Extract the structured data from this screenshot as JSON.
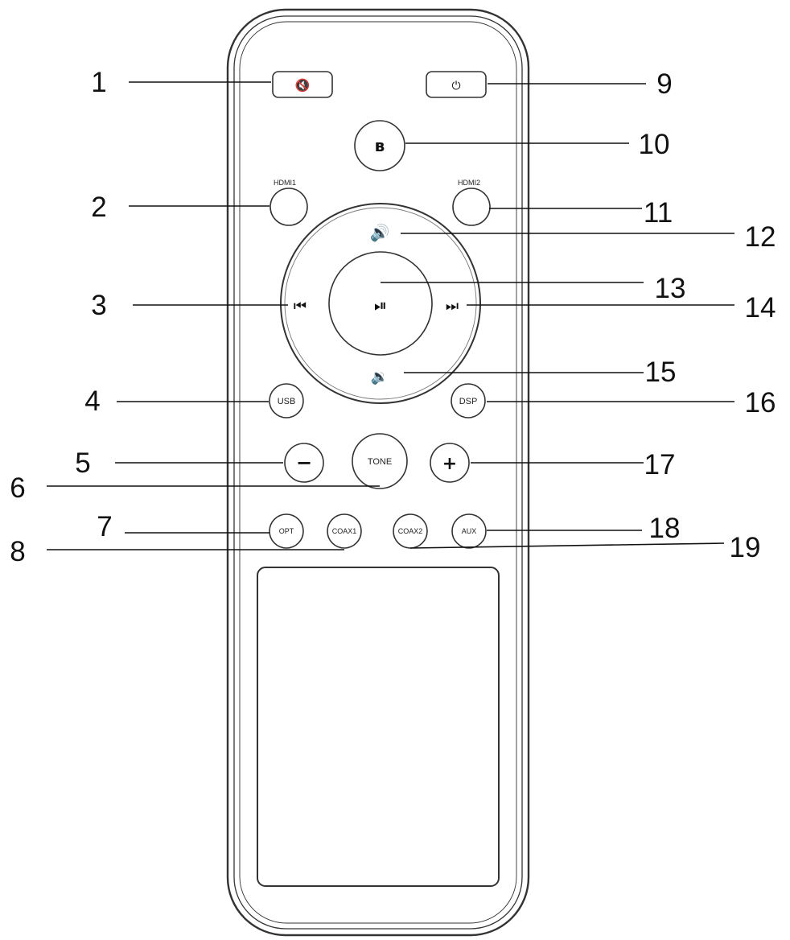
{
  "buttons": {
    "mute": {
      "icon": "mute-icon",
      "glyph": "🔇"
    },
    "power": {
      "icon": "power-icon",
      "glyph": "⏻"
    },
    "bluetooth": {
      "icon": "bluetooth-icon",
      "glyph": "ʙ"
    },
    "hdmi1": {
      "label": "HDMI1"
    },
    "hdmi2": {
      "label": "HDMI2"
    },
    "vol_up": {
      "icon": "volume-up-icon",
      "glyph": "🔊"
    },
    "prev": {
      "icon": "previous-track-icon",
      "glyph": "⏮"
    },
    "play_pause": {
      "icon": "play-pause-icon",
      "glyph": "⏯"
    },
    "next": {
      "icon": "next-track-icon",
      "glyph": "⏭"
    },
    "vol_down": {
      "icon": "volume-down-icon",
      "glyph": "🔉"
    },
    "usb": {
      "label": "USB"
    },
    "dsp": {
      "label": "DSP"
    },
    "minus": {
      "label": "−"
    },
    "tone": {
      "label": "TONE"
    },
    "plus": {
      "label": "+"
    },
    "opt": {
      "label": "OPT"
    },
    "coax1": {
      "label": "COAX1"
    },
    "coax2": {
      "label": "COAX2"
    },
    "aux": {
      "label": "AUX"
    }
  },
  "callouts": [
    "1",
    "2",
    "3",
    "4",
    "5",
    "6",
    "7",
    "8",
    "9",
    "10",
    "11",
    "12",
    "13",
    "14",
    "15",
    "16",
    "17",
    "18",
    "19"
  ]
}
